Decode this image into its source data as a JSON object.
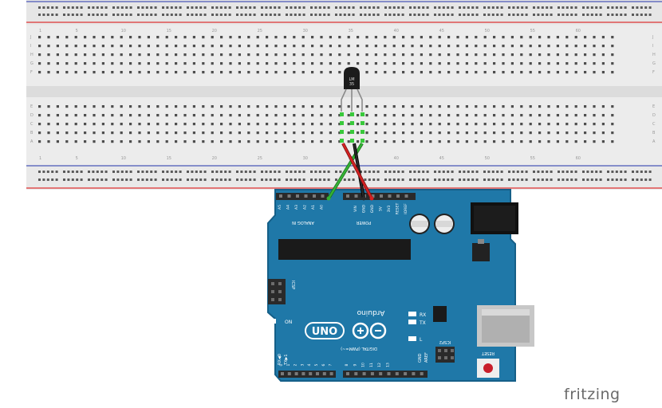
{
  "diagram": {
    "breadboard": {
      "row_letters_top": [
        "J",
        "I",
        "H",
        "G",
        "F"
      ],
      "row_letters_bottom": [
        "E",
        "D",
        "C",
        "B",
        "A"
      ],
      "column_numbers": [
        "1",
        "5",
        "10",
        "15",
        "20",
        "25",
        "30",
        "35",
        "40",
        "45",
        "50",
        "55",
        "60"
      ]
    },
    "sensor": {
      "label_line1": "LM",
      "label_line2": "35"
    },
    "arduino": {
      "brand": "Arduino",
      "model": "UNO",
      "analog_in_label": "ANALOG IN",
      "analog_pins": [
        "A5",
        "A4",
        "A3",
        "A2",
        "A1",
        "A0"
      ],
      "power_label": "POWER",
      "power_pins": [
        "VIN",
        "GND",
        "GND",
        "5V",
        "3V3",
        "RESET",
        "IOREF"
      ],
      "digital_label": "DIGITAL (PWM=~)",
      "digital_pins": [
        "0",
        "1",
        "2",
        "3",
        "4",
        "5",
        "6",
        "7",
        "8",
        "9",
        "10",
        "11",
        "12",
        "13"
      ],
      "led_on": "ON",
      "led_l": "L",
      "led_tx": "TX",
      "led_rx": "RX",
      "icsp": "ICSP",
      "icsp2": "ICSP2",
      "reset": "RESET",
      "aref": "AREF",
      "gnd": "GND",
      "tx_pin": "TX▶1",
      "rx_pin": "RX◀0"
    },
    "wires": [
      {
        "name": "signal-wire",
        "color": "#2e9e2e"
      },
      {
        "name": "gnd-wire",
        "color": "#1a1a1a"
      },
      {
        "name": "power-wire",
        "color": "#cc2222"
      }
    ],
    "colors": {
      "board": "#1f78a8",
      "board_edge": "#155f88",
      "breadboard": "#e9e9e9",
      "rail_red": "#d33",
      "rail_blue": "#33a"
    }
  },
  "footer": {
    "brand": "fritzing"
  }
}
